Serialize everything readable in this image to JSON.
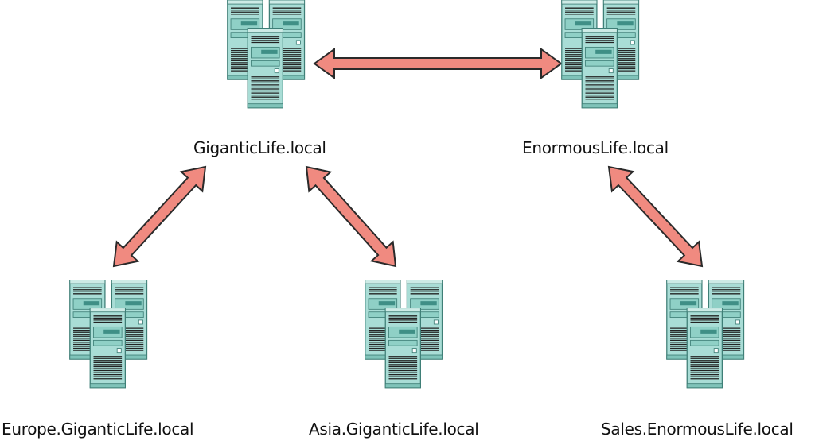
{
  "colors": {
    "server_fill": "#a9ddd6",
    "server_shade": "#7fc3b9",
    "server_outline": "#3f7f77",
    "arrow_fill": "#f08a80",
    "arrow_outline": "#2a2a2a"
  },
  "icons": {
    "server": "server-cluster-icon",
    "link": "double-arrow-icon"
  },
  "nodes": {
    "gigantic": {
      "label": "GiganticLife.local"
    },
    "enormous": {
      "label": "EnormousLife.local"
    },
    "europe": {
      "label": "Europe.GiganticLife.local"
    },
    "asia": {
      "label": "Asia.GiganticLife.local"
    },
    "sales": {
      "label": "Sales.EnormousLife.local"
    }
  },
  "links": [
    {
      "from": "gigantic",
      "to": "enormous"
    },
    {
      "from": "gigantic",
      "to": "europe"
    },
    {
      "from": "gigantic",
      "to": "asia"
    },
    {
      "from": "enormous",
      "to": "sales"
    }
  ]
}
